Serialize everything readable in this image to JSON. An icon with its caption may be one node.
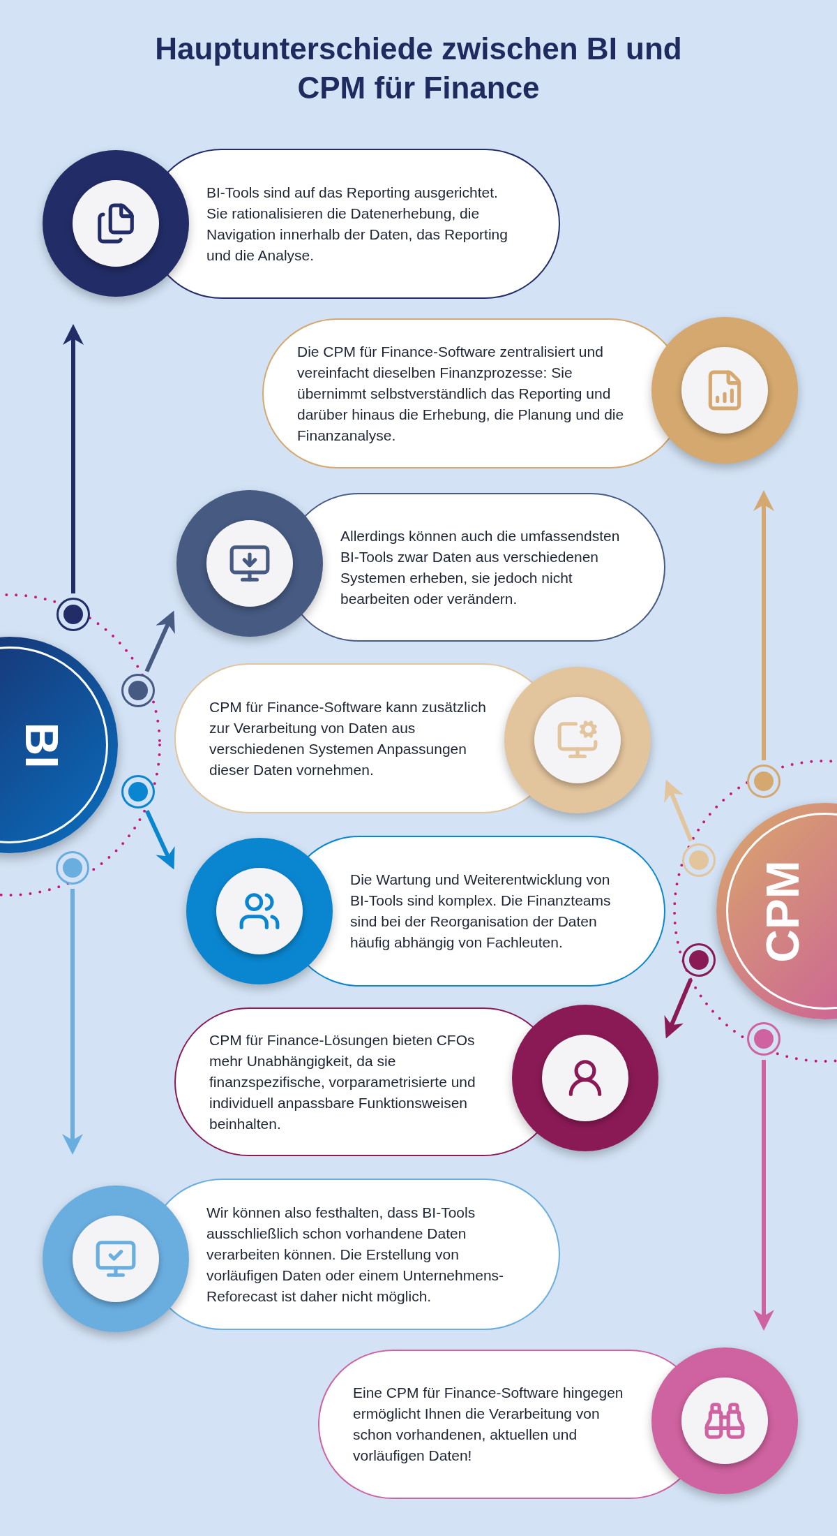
{
  "diagram": {
    "title": "Hauptunterschiede zwischen BI und CPM für Finance",
    "nodes": [
      {
        "text": [
          "BI-Tools sind auf das Reporting ausgerichtet. Sie rationalisieren die Datenerhebung, die Navigation innerhalb der Daten, das Reporting und die Analyse."
        ]
      },
      {
        "text": [
          "Die CPM für Finance-Software zentralisiert und vereinfacht dieselben Finanzprozesse: Sie übernimmt selbstverständlich das Reporting und darüber hinaus die Erhebung, die Planung und die Finanzanalyse."
        ]
      },
      {
        "text": [
          "Allerdings können auch die umfassendsten BI-Tools zwar Daten aus verschiedenen Systemen erheben, sie jedoch nicht bearbeiten oder verändern."
        ]
      },
      {
        "text": [
          "CPM für Finance-Software kann zusätzlich zur Verarbeitung von Daten aus verschiedenen Systemen Anpassungen dieser Daten vornehmen."
        ]
      },
      {
        "text": [
          "Die Wartung und Weiterentwicklung von BI-Tools sind komplex. Die Finanzteams sind bei der Reorganisation der Daten häufig abhängig von Fachleuten."
        ]
      },
      {
        "text": [
          "CPM für Finance-Lösungen bieten CFOs mehr Unabhängigkeit, da sie finanzspezifische, vorparametrisierte und individuell anpassbare Funktionsweisen beinhalten."
        ]
      },
      {
        "text": [
          "Wir können also festhalten, dass BI-Tools ausschließlich schon vorhandene Daten verarbeiten können. Die Erstellung von vorläufigen Daten oder einem Unternehmens-Reforecast ist daher nicht möglich."
        ]
      },
      {
        "text": [
          "Eine CPM für Finance-Software hingegen ermöglicht Ihnen die Verarbeitung von schon vorhandenen, aktuellen und vorläufigen Daten!"
        ]
      },
      {
        "text": [
          "BI"
        ]
      },
      {
        "text": [
          "CPM"
        ]
      },
      {
        "text": [],
        "shape": "circle"
      },
      {
        "text": [],
        "shape": "circle"
      },
      {
        "text": [],
        "shape": "circle"
      },
      {
        "text": [],
        "shape": "circle"
      },
      {
        "text": [],
        "shape": "circle"
      },
      {
        "text": [],
        "shape": "circle"
      },
      {
        "text": [],
        "shape": "circle"
      },
      {
        "text": [],
        "shape": "circle"
      }
    ],
    "edges": [
      {
        "from": 10,
        "to": 0,
        "arrow": "to",
        "color": "#222c66"
      },
      {
        "from": 11,
        "to": 2,
        "arrow": "to",
        "color": "#465a82"
      },
      {
        "from": 12,
        "to": 4,
        "arrow": "to",
        "color": "#0a86d0"
      },
      {
        "from": 13,
        "to": 6,
        "arrow": "to",
        "color": "#6aaee0"
      },
      {
        "from": 14,
        "to": 1,
        "arrow": "to",
        "color": "#d4a86e"
      },
      {
        "from": 15,
        "to": 3,
        "arrow": "to",
        "color": "#e2c49d"
      },
      {
        "from": 16,
        "to": 5,
        "arrow": "to",
        "color": "#8a1a55"
      },
      {
        "from": 17,
        "to": 7,
        "arrow": "to",
        "color": "#cf62a0"
      }
    ]
  }
}
